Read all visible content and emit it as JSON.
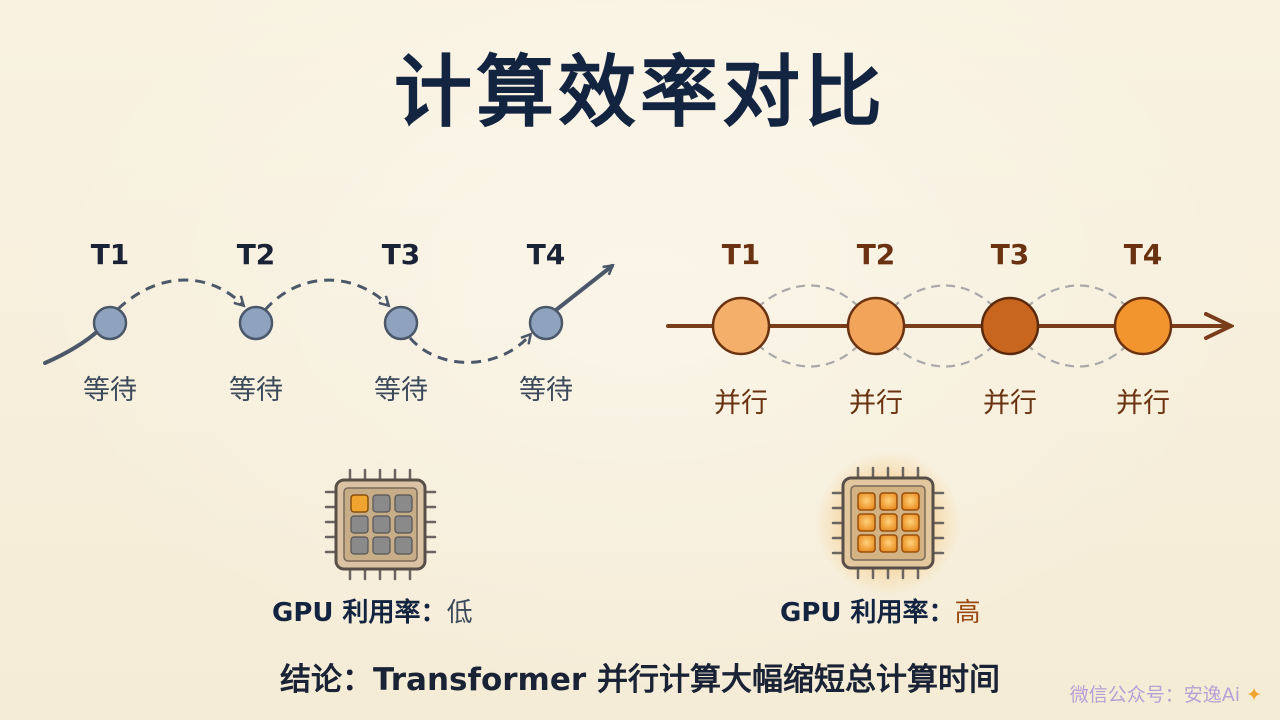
{
  "title": "计算效率对比",
  "sequential": {
    "steps": [
      {
        "label": "T1",
        "status": "等待"
      },
      {
        "label": "T2",
        "status": "等待"
      },
      {
        "label": "T3",
        "status": "等待"
      },
      {
        "label": "T4",
        "status": "等待"
      }
    ],
    "gpu_caption": "GPU 利用率：",
    "gpu_level": "低"
  },
  "parallel": {
    "steps": [
      {
        "label": "T1",
        "status": "并行"
      },
      {
        "label": "T2",
        "status": "并行"
      },
      {
        "label": "T3",
        "status": "并行"
      },
      {
        "label": "T4",
        "status": "并行"
      }
    ],
    "gpu_caption": "GPU 利用率：",
    "gpu_level": "高"
  },
  "conclusion": "结论：Transformer 并行计算大幅缩短总计算时间",
  "watermark": "微信公众号：安逸Ai",
  "colors": {
    "title": "#132440",
    "sequential_node": "#8fa3bf",
    "parallel_nodes": [
      "#f4b06a",
      "#f2a55a",
      "#c8651f",
      "#f2952e"
    ],
    "active_core": "#f0a531",
    "idle_core": "#8a8a8a"
  }
}
